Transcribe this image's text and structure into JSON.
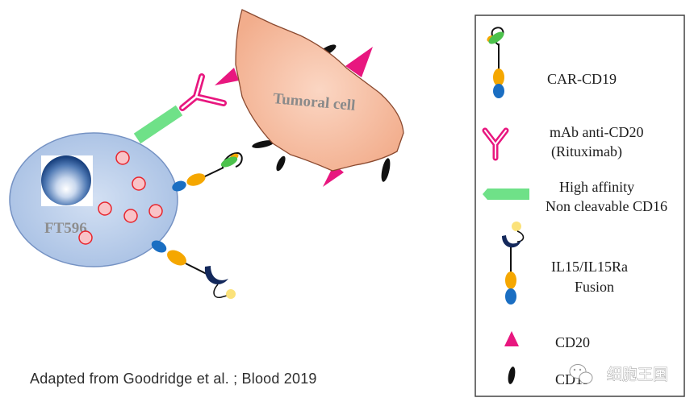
{
  "diagram": {
    "cell_label": "FT596",
    "tumor_label": "Tumoral cell",
    "caption": "Adapted from Goodridge et al. ; Blood 2019"
  },
  "legend": {
    "items": [
      {
        "icon": "car-cd19-icon",
        "lines": [
          "CAR-CD19"
        ]
      },
      {
        "icon": "antibody-icon",
        "lines": [
          "mAb anti-CD20",
          "(Rituximab)"
        ]
      },
      {
        "icon": "cd16-bar-icon",
        "lines": [
          "High affinity",
          "Non cleavable CD16"
        ]
      },
      {
        "icon": "il15-fusion-icon",
        "lines": [
          "IL15/IL15Ra",
          "Fusion"
        ]
      },
      {
        "icon": "triangle-icon",
        "lines": [
          "CD20"
        ]
      },
      {
        "icon": "ellipse-icon",
        "lines": [
          "CD19"
        ]
      }
    ]
  },
  "watermark": {
    "icon": "wechat-icon",
    "text": "细胞王国"
  },
  "colors": {
    "cell_stroke": "#7592c3",
    "granule": "#e8242c",
    "tumor_stroke": "#8b4a30",
    "cd20_magenta": "#e8177f",
    "cd16_green": "#6fe188",
    "scfv_green": "#4cc24c",
    "receptor_orange": "#f5a700",
    "receptor_blue": "#1a6ec2",
    "il15_navy": "#13285b",
    "il15_yellow": "#fbe27a",
    "cd19_black": "#111111",
    "legend_border": "#444444"
  }
}
